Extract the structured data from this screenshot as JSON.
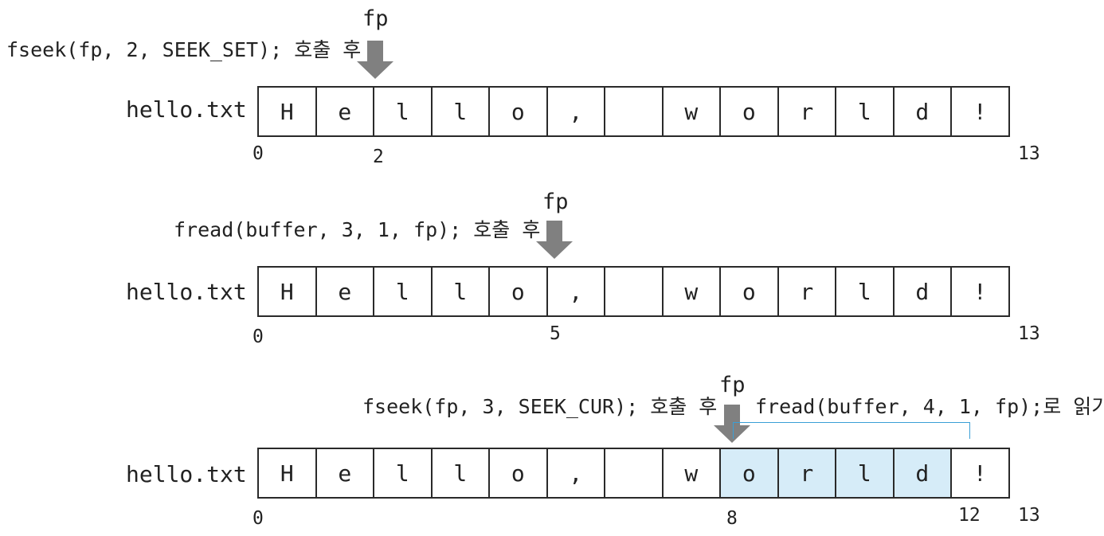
{
  "file_label": "hello.txt",
  "fp_label": "fp",
  "cells": [
    "H",
    "e",
    "l",
    "l",
    "o",
    ",",
    "",
    "w",
    "o",
    "r",
    "l",
    "d",
    "!"
  ],
  "accent_color": "#d6ecf8",
  "bracket_color": "#3a9fd6",
  "arrow_color": "#808080",
  "panels": [
    {
      "call": "fseek(fp, 2, SEEK_SET); 호출 후",
      "fp_index": 2,
      "highlight": [],
      "indices": {
        "start": "0",
        "pos": "2",
        "end": "13"
      }
    },
    {
      "call": "fread(buffer, 3, 1, fp); 호출 후",
      "fp_index": 5,
      "highlight": [],
      "indices": {
        "start": "0",
        "pos": "5",
        "end": "13"
      }
    },
    {
      "call": "fseek(fp, 3, SEEK_CUR); 호출 후",
      "fp_index": 8,
      "highlight": [
        8,
        9,
        10,
        11
      ],
      "read_note": "fread(buffer, 4, 1, fp);로 읽기",
      "indices": {
        "start": "0",
        "pos": "8",
        "read_end": "12",
        "end": "13"
      }
    }
  ]
}
